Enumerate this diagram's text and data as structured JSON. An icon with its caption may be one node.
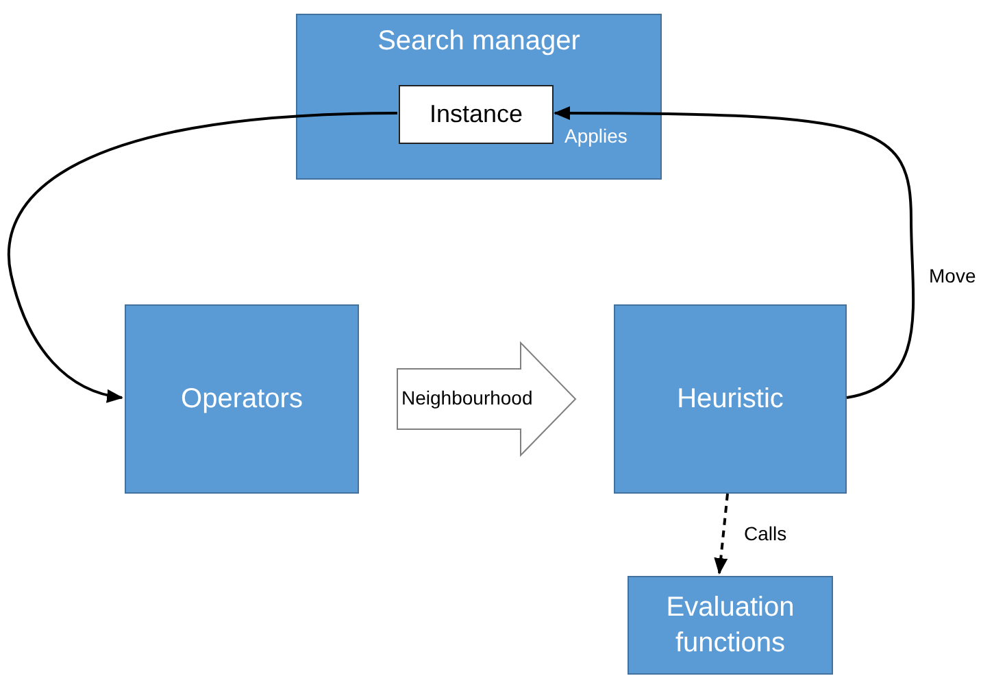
{
  "diagram": {
    "nodes": [
      {
        "text": [
          "Search manager"
        ]
      },
      {
        "text": [
          "Instance"
        ],
        "in": 0
      },
      {
        "text": [
          "Operators"
        ]
      },
      {
        "text": [
          "Heuristic"
        ]
      },
      {
        "text": [
          "Evaluation functions"
        ]
      }
    ],
    "edges": [
      {
        "from": 1,
        "to": 2,
        "arrow": "to"
      },
      {
        "from": 2,
        "to": 3,
        "arrow": "to",
        "style": "thick",
        "label": "Neighbourhood"
      },
      {
        "from": 3,
        "to": 1,
        "arrow": "to",
        "label": "Move"
      },
      {
        "from": 3,
        "to": 4,
        "arrow": "to",
        "style": "dashed",
        "label": "Calls"
      }
    ],
    "labels": [
      "Applies"
    ]
  }
}
